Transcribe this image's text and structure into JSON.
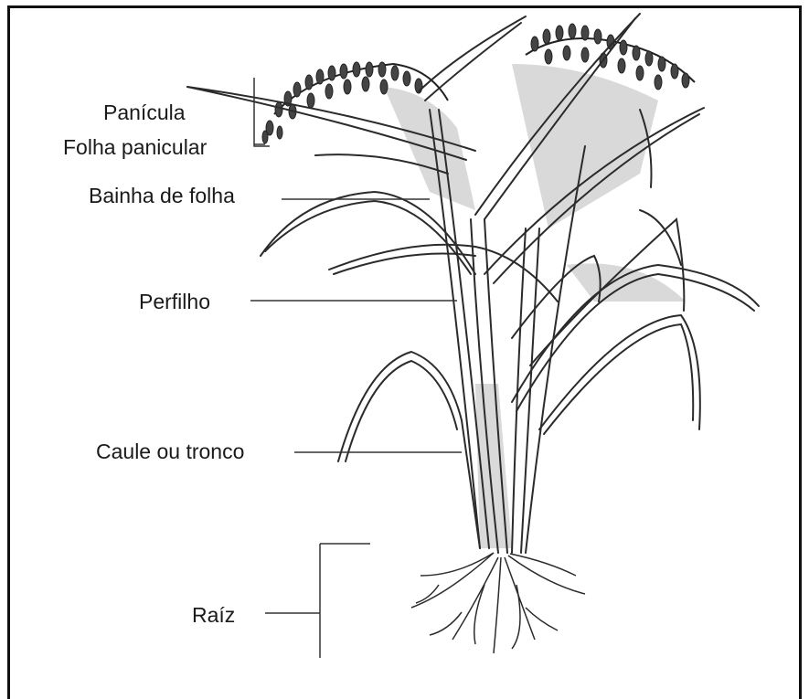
{
  "labels": {
    "panicle": "Panícula",
    "flag_leaf": "Folha panicular",
    "leaf_sheath": "Bainha de folha",
    "tiller": "Perfilho",
    "stem": "Caule ou tronco",
    "root": "Raíz"
  },
  "colors": {
    "stroke": "#2b2b2b",
    "leaf_fill": "#d9d9d9",
    "line": "#333333"
  }
}
